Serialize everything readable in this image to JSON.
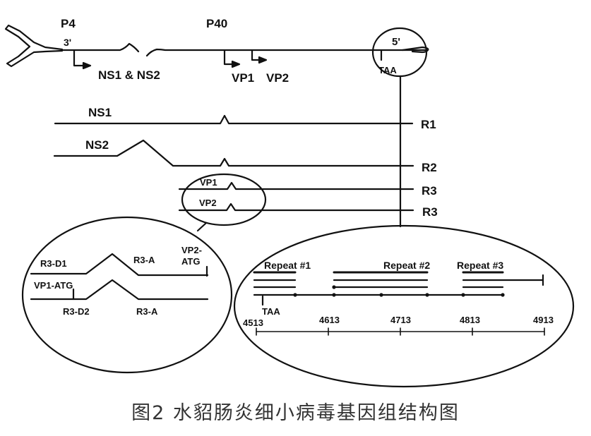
{
  "genome": {
    "promoter_p4": "P4",
    "promoter_p40": "P40",
    "end_3": "3'",
    "end_5": "5'",
    "stop_codon": "TAA",
    "label_ns": "NS1 & NS2",
    "label_vp1": "VP1",
    "label_vp2": "VP2"
  },
  "transcripts": [
    {
      "gene": "NS1",
      "class": "R1"
    },
    {
      "gene": "NS2",
      "class": "R2"
    },
    {
      "gene": "VP1",
      "class": "R3"
    },
    {
      "gene": "VP2",
      "class": "R3"
    }
  ],
  "splice_detail": {
    "donor_1": "R3-D1",
    "acceptor_1": "R3-A",
    "vp2_atg": "VP2-\nATG",
    "vp1_atg": "VP1-ATG",
    "donor_2": "R3-D2",
    "acceptor_2": "R3-A"
  },
  "repeat_detail": {
    "repeats": [
      "Repeat #1",
      "Repeat #2",
      "Repeat #3"
    ],
    "stop_codon": "TAA",
    "ticks": [
      "4513",
      "4613",
      "4713",
      "4813",
      "4913"
    ]
  },
  "caption": "图2 水貂肠炎细小病毒基因组结构图"
}
